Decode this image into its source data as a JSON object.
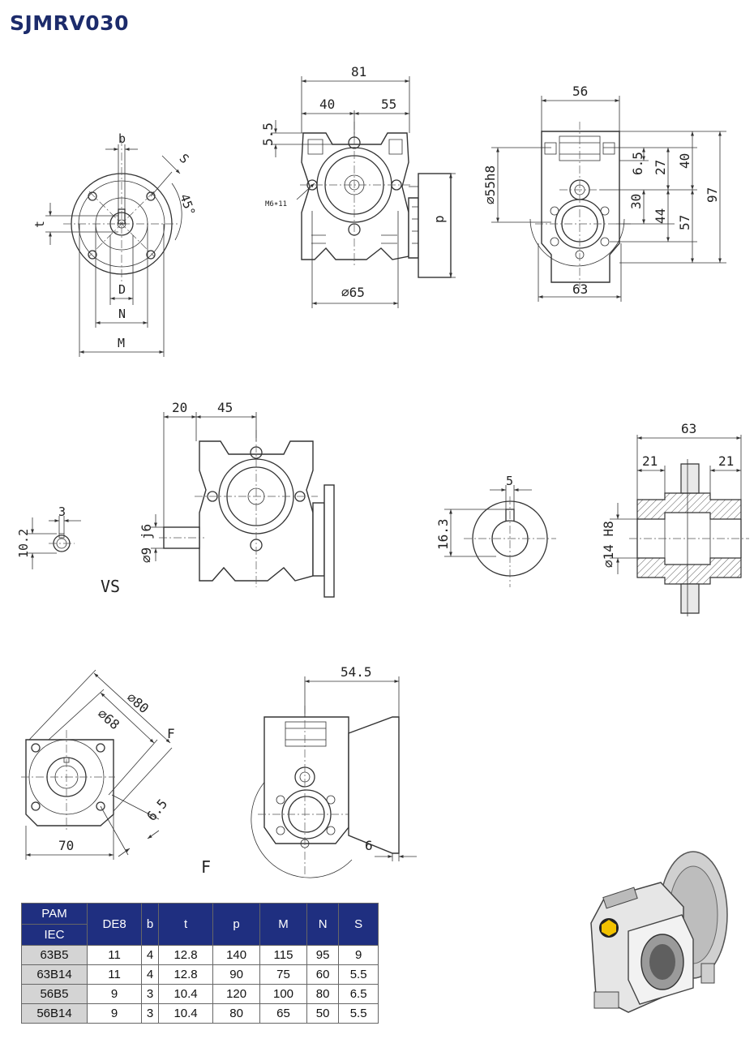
{
  "title": "SJMRV030",
  "dimensions": {
    "flange_view": {
      "b": "b",
      "s": "S",
      "angle": "45°",
      "t": "t",
      "D": "D",
      "N": "N",
      "M": "M"
    },
    "front_view": {
      "overall": "81",
      "left": "40",
      "right": "55",
      "top_offset": "5.5",
      "thread": "M6∗11",
      "diameter": "∅65",
      "p": "p"
    },
    "side_view": {
      "width_top": "56",
      "bore": "∅55h8",
      "h1": "6.5",
      "h2": "27",
      "h3": "40",
      "h4": "30",
      "h5": "44",
      "h6": "57",
      "h7": "97",
      "width_bottom": "63"
    },
    "vs_view": {
      "key_w": "3",
      "key_h": "10.2",
      "d1": "20",
      "d2": "45",
      "shaft": "∅9 j6",
      "label": "VS"
    },
    "keyway": {
      "key": "5",
      "depth": "16.3"
    },
    "section": {
      "overall": "63",
      "left": "21",
      "right": "21",
      "bore": "∅14 H8"
    },
    "f_flange": {
      "d80": "∅80",
      "d68": "∅68",
      "thk": "6.5",
      "w70": "70",
      "label": "F"
    },
    "f_side": {
      "len": "54.5",
      "thk": "6",
      "label": "F"
    }
  },
  "table": {
    "headers": {
      "pam": "PAM",
      "iec": "IEC",
      "de8": "DE8",
      "b": "b",
      "t": "t",
      "p": "p",
      "m": "M",
      "n": "N",
      "s": "S"
    },
    "rows": [
      [
        "63B5",
        "11",
        "4",
        "12.8",
        "140",
        "115",
        "95",
        "9"
      ],
      [
        "63B14",
        "11",
        "4",
        "12.8",
        "90",
        "75",
        "60",
        "5.5"
      ],
      [
        "56B5",
        "9",
        "3",
        "10.4",
        "120",
        "100",
        "80",
        "6.5"
      ],
      [
        "56B14",
        "9",
        "3",
        "10.4",
        "80",
        "65",
        "50",
        "5.5"
      ]
    ]
  },
  "photo": {
    "icon": "gearbox-photo-icon"
  }
}
